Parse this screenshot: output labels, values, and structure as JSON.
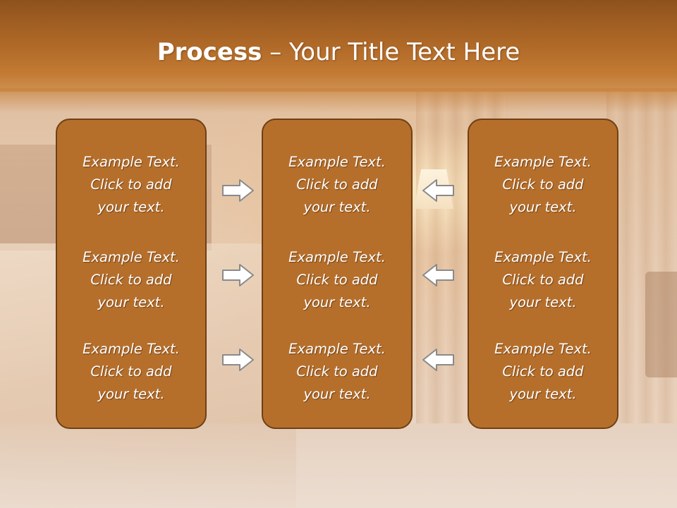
{
  "slide": {
    "title_bold": "Process",
    "title_rest": " – Your Title Text Here"
  },
  "columns": [
    {
      "items": [
        {
          "line1": "Example Text.",
          "line2": "Click  to add",
          "line3": "your text."
        },
        {
          "line1": "Example Text.",
          "line2": "Click  to add",
          "line3": "your text."
        },
        {
          "line1": "Example Text.",
          "line2": "Click  to add",
          "line3": "your text."
        }
      ]
    },
    {
      "items": [
        {
          "line1": "Example Text.",
          "line2": "Click  to add",
          "line3": "your text."
        },
        {
          "line1": "Example Text.",
          "line2": "Click  to add",
          "line3": "your text."
        },
        {
          "line1": "Example Text.",
          "line2": "Click  to add",
          "line3": "your text."
        }
      ]
    },
    {
      "items": [
        {
          "line1": "Example Text.",
          "line2": "Click  to add",
          "line3": "your text."
        },
        {
          "line1": "Example Text.",
          "line2": "Click  to add",
          "line3": "your text."
        },
        {
          "line1": "Example Text.",
          "line2": "Click  to add",
          "line3": "your text."
        }
      ]
    }
  ],
  "arrows": {
    "left_group": [
      "arrow-right-icon",
      "arrow-right-icon",
      "arrow-right-icon"
    ],
    "right_group": [
      "arrow-left-icon",
      "arrow-left-icon",
      "arrow-left-icon"
    ]
  },
  "colors": {
    "header": "#ad6726",
    "box_fill": "#b66f2b",
    "box_border": "#6e4016",
    "text": "#ffffff"
  }
}
